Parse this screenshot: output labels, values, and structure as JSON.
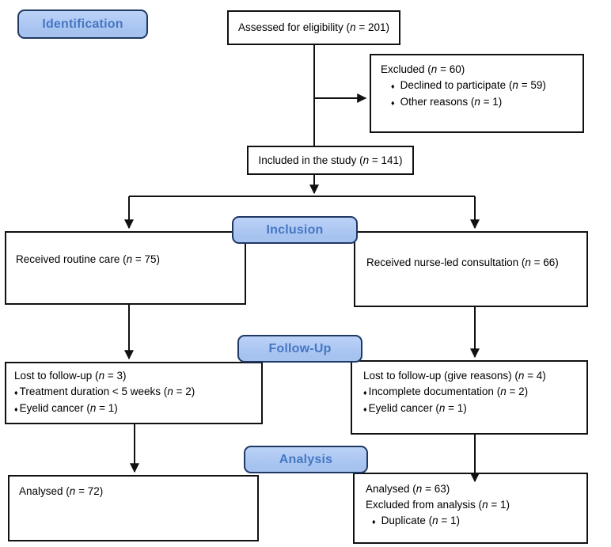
{
  "colors": {
    "background": "#ffffff",
    "stage_fill": "#a6c3f0",
    "stage_border": "#1f3864",
    "stage_text": "#4677c4",
    "box_border": "#111111",
    "connector": "#111111"
  },
  "icons": {
    "bullet": "♦"
  },
  "stages": [
    {
      "label": "Identification"
    },
    {
      "label": "Inclusion"
    },
    {
      "label": "Follow-Up"
    },
    {
      "label": "Analysis"
    }
  ],
  "boxes": {
    "assessed": {
      "text": "Assessed for eligibility (n = 201)"
    },
    "excluded": {
      "title": "Excluded (n = 60)",
      "bullets": [
        "Declined to participate (n = 59)",
        "Other reasons (n = 1)"
      ]
    },
    "included": {
      "text": "Included in the study (n = 141)"
    },
    "routine_care": {
      "text": "Received routine care (n = 75)"
    },
    "nurse_led": {
      "text": "Received nurse-led consultation (n = 66)"
    },
    "lost_left": {
      "title": "Lost to follow-up (n = 3)",
      "bullets": [
        "Treatment duration < 5 weeks (n = 2)",
        "Eyelid cancer (n = 1)"
      ]
    },
    "lost_right": {
      "title": "Lost to follow-up (give reasons) (n = 4)",
      "bullets": [
        "Incomplete documentation (n = 2)",
        "Eyelid cancer (n = 1)"
      ]
    },
    "analysed_left": {
      "text": "Analysed (n = 72)"
    },
    "analysed_right": {
      "line1": "Analysed (n = 63)",
      "line2": "Excluded from analysis (n = 1)",
      "bullets": [
        "Duplicate (n = 1)"
      ]
    }
  }
}
